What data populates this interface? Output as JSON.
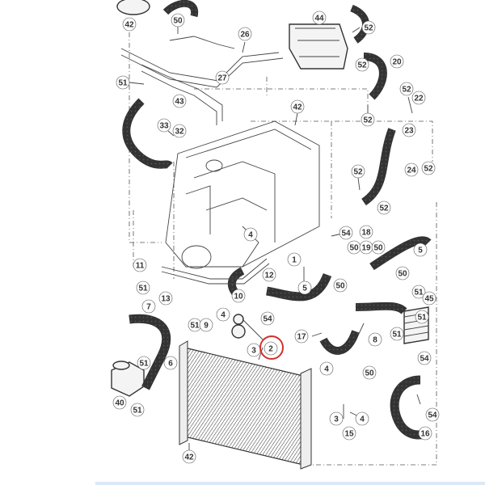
{
  "diagram": {
    "callouts": [
      {
        "id": "c1",
        "label": "42"
      },
      {
        "id": "c2",
        "label": "50"
      },
      {
        "id": "c3",
        "label": "26"
      },
      {
        "id": "c4",
        "label": "51"
      },
      {
        "id": "c5",
        "label": "27"
      },
      {
        "id": "c6",
        "label": "43"
      },
      {
        "id": "c7",
        "label": "33"
      },
      {
        "id": "c8",
        "label": "32"
      },
      {
        "id": "c9",
        "label": "44"
      },
      {
        "id": "c10",
        "label": "52"
      },
      {
        "id": "c11",
        "label": "52"
      },
      {
        "id": "c12",
        "label": "20"
      },
      {
        "id": "c13",
        "label": "42"
      },
      {
        "id": "c14",
        "label": "52"
      },
      {
        "id": "c15",
        "label": "52"
      },
      {
        "id": "c16",
        "label": "22"
      },
      {
        "id": "c17",
        "label": "23"
      },
      {
        "id": "c18",
        "label": "24"
      },
      {
        "id": "c19",
        "label": "52"
      },
      {
        "id": "c20",
        "label": "52"
      },
      {
        "id": "c21",
        "label": "52"
      },
      {
        "id": "c22",
        "label": "4"
      },
      {
        "id": "c23",
        "label": "11"
      },
      {
        "id": "c24",
        "label": "54"
      },
      {
        "id": "c25",
        "label": "18"
      },
      {
        "id": "c26",
        "label": "50"
      },
      {
        "id": "c27",
        "label": "19"
      },
      {
        "id": "c28",
        "label": "50"
      },
      {
        "id": "c29",
        "label": "5"
      },
      {
        "id": "c30",
        "label": "1"
      },
      {
        "id": "c31",
        "label": "12"
      },
      {
        "id": "c32",
        "label": "10"
      },
      {
        "id": "c33",
        "label": "51"
      },
      {
        "id": "c34",
        "label": "5"
      },
      {
        "id": "c35",
        "label": "13"
      },
      {
        "id": "c36",
        "label": "7"
      },
      {
        "id": "c37",
        "label": "4"
      },
      {
        "id": "c38",
        "label": "54"
      },
      {
        "id": "c39",
        "label": "51"
      },
      {
        "id": "c40",
        "label": "9"
      },
      {
        "id": "c41",
        "label": "3"
      },
      {
        "id": "c42",
        "label": "2"
      },
      {
        "id": "c43",
        "label": "17"
      },
      {
        "id": "c44",
        "label": "50"
      },
      {
        "id": "c45",
        "label": "51"
      },
      {
        "id": "c46",
        "label": "45"
      },
      {
        "id": "c47",
        "label": "51"
      },
      {
        "id": "c48",
        "label": "8"
      },
      {
        "id": "c49",
        "label": "6"
      },
      {
        "id": "c50",
        "label": "51"
      },
      {
        "id": "c51",
        "label": "4"
      },
      {
        "id": "c52",
        "label": "50"
      },
      {
        "id": "c53",
        "label": "54"
      },
      {
        "id": "c54",
        "label": "40"
      },
      {
        "id": "c55",
        "label": "51"
      },
      {
        "id": "c56",
        "label": "3"
      },
      {
        "id": "c57",
        "label": "4"
      },
      {
        "id": "c58",
        "label": "15"
      },
      {
        "id": "c59",
        "label": "54"
      },
      {
        "id": "c60",
        "label": "16"
      },
      {
        "id": "c61",
        "label": "42"
      },
      {
        "id": "c62",
        "label": "51"
      },
      {
        "id": "c63",
        "label": "50"
      }
    ]
  },
  "colors": {
    "callout_highlight": "#d0312d",
    "line": "#333333",
    "hose_fill": "#f4f4f4"
  }
}
